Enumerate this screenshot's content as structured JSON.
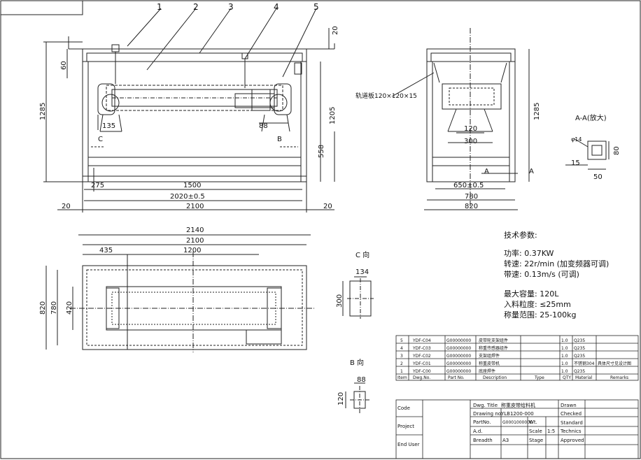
{
  "balloons": [
    "1",
    "2",
    "3",
    "4",
    "5"
  ],
  "front_view": {
    "dim_top_20": "20",
    "dim_60": "60",
    "dim_1285": "1285",
    "dim_1205": "1205",
    "dim_558": "558",
    "dim_88": "88",
    "dim_135": "135",
    "dim_275": "275",
    "dim_1500": "1500",
    "dim_2020": "2020±0.5",
    "dim_2100": "2100",
    "dim_left_20": "20",
    "dim_right_20": "20",
    "label_c": "C",
    "label_b": "B"
  },
  "side_view": {
    "note": "轨道板120×120×15",
    "dim_1285": "1285",
    "dim_120": "120",
    "dim_300": "300",
    "dim_650": "650±0.5",
    "dim_780": "780",
    "dim_820": "820",
    "label_a_left": "A",
    "label_a_right": "A"
  },
  "section_aa": {
    "title": "A-A(放大)",
    "dim_phi": "φ14",
    "dim_80": "80",
    "dim_15": "15",
    "dim_50": "50"
  },
  "plan_view": {
    "dim_2140": "2140",
    "dim_2100": "2100",
    "dim_435": "435",
    "dim_1200": "1200",
    "dim_820": "820",
    "dim_780": "780",
    "dim_420": "420"
  },
  "view_c": {
    "title": "C 向",
    "dim_134": "134",
    "dim_300": "300"
  },
  "view_b": {
    "title": "B 向",
    "dim_88": "88",
    "dim_120": "120"
  },
  "tech_params": {
    "heading": "技术参数:",
    "lines": [
      "功率: 0.37KW",
      "转速: 22r/min (加变频器可调)",
      "带速: 0.13m/s (可调)",
      "最大容量: 120L",
      "入料粒度: ≤25mm",
      "称量范围: 25-100kg"
    ]
  },
  "bom": {
    "rows": [
      {
        "no": "5",
        "dwg": "YDF-C04",
        "part": "G00000000",
        "desc": "皮带轮支架组件",
        "qty": "1.0",
        "material": "Q235",
        "remark": ""
      },
      {
        "no": "4",
        "dwg": "YDF-C03",
        "part": "G00000000",
        "desc": "称重传感器组件",
        "qty": "1.0",
        "material": "Q235",
        "remark": ""
      },
      {
        "no": "3",
        "dwg": "YDF-C02",
        "part": "G00000000",
        "desc": "支架组焊件",
        "qty": "1.0",
        "material": "Q235",
        "remark": ""
      },
      {
        "no": "2",
        "dwg": "YDF-C01",
        "part": "G00000000",
        "desc": "称重皮带机",
        "qty": "1.0",
        "material": "不锈钢304",
        "remark": "具体尺寸见设计图"
      },
      {
        "no": "1",
        "dwg": "YDF-C00",
        "part": "G00000000",
        "desc": "底座焊件",
        "qty": "1.0",
        "material": "Q235",
        "remark": ""
      }
    ],
    "headers": [
      "Item",
      "Dwg.No.",
      "Part No.",
      "Description",
      "Type",
      "QTY",
      "Material",
      "Remarks"
    ]
  },
  "title_block": {
    "code": "Code",
    "project": "Project",
    "end_user": "End User",
    "dwg_title_label": "Dwg. Title",
    "dwg_title_value": "称重皮带给料机",
    "drawing_no_label": "Drawing no.",
    "drawing_no_value": "YLB1200-000",
    "partno_label": "PartNo.",
    "partno_value": "G0001000000",
    "wt_label": "Wt.",
    "ad_label": "A.d.",
    "scale_label": "Scale",
    "scale_value": "1:5",
    "breadth_label": "Breadth",
    "breadth_value": "A3",
    "stage_label": "Stage",
    "drawn_label": "Drawn",
    "checked_label": "Checked",
    "standard_label": "Standard",
    "technics_label": "Technics",
    "approved_label": "Approved"
  }
}
